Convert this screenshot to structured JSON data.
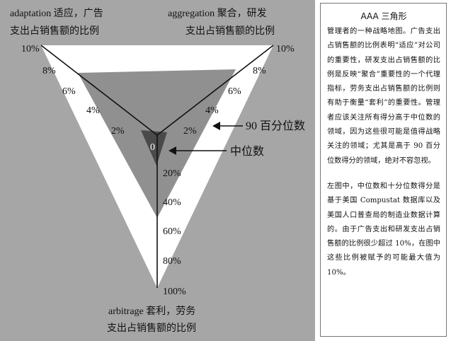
{
  "diagram": {
    "corner_labels": {
      "adaptation": [
        "adaptation 适应，广告",
        "支出占销售额的比例"
      ],
      "aggregation": [
        "aggregation 聚合，研发",
        "支出占销售额的比例"
      ],
      "arbitrage": [
        "arbitrage 套利，劳务",
        "支出占销售额的比例"
      ]
    },
    "left_ticks": [
      "10%",
      "8%",
      "6%",
      "4%",
      "2%"
    ],
    "right_ticks": [
      "10%",
      "8%",
      "6%",
      "4%",
      "2%"
    ],
    "bottom_ticks": [
      "20%",
      "40%",
      "60%",
      "80%",
      "100%"
    ],
    "origin_label": "0",
    "annotations": {
      "p90": "90 百分位数",
      "median": "中位数"
    },
    "colors": {
      "background": "#a6a6a6",
      "outer_triangle": "#ffffff",
      "p90_region": "#909090",
      "median_region": "#4a4a4a"
    }
  },
  "sidebar": {
    "title": "AAA 三角形",
    "paragraph1": "管理者的一种战略地图。广告支出占销售额的比例表明“适应”对公司的重要性，研发支出占销售额的比例是反映“聚合”重要性的一个代理指标，劳务支出占销售额的比例则有助于衡量“套利”的重要性。管理者应该关注所有得分高于中位数的领域，因为这些很可能是值得战略关注的领域；尤其是高于 90 百分位数得分的领域，绝对不容忽视。",
    "paragraph2": "左图中，中位数和十分位数得分是基于美国 Compustat 数据库以及美国人口普查局的制造业数据计算的。由于广告支出和研发支出占销售额的比例很少超过 10%，在图中这些比例被赋予的可能最大值为 10%。"
  }
}
